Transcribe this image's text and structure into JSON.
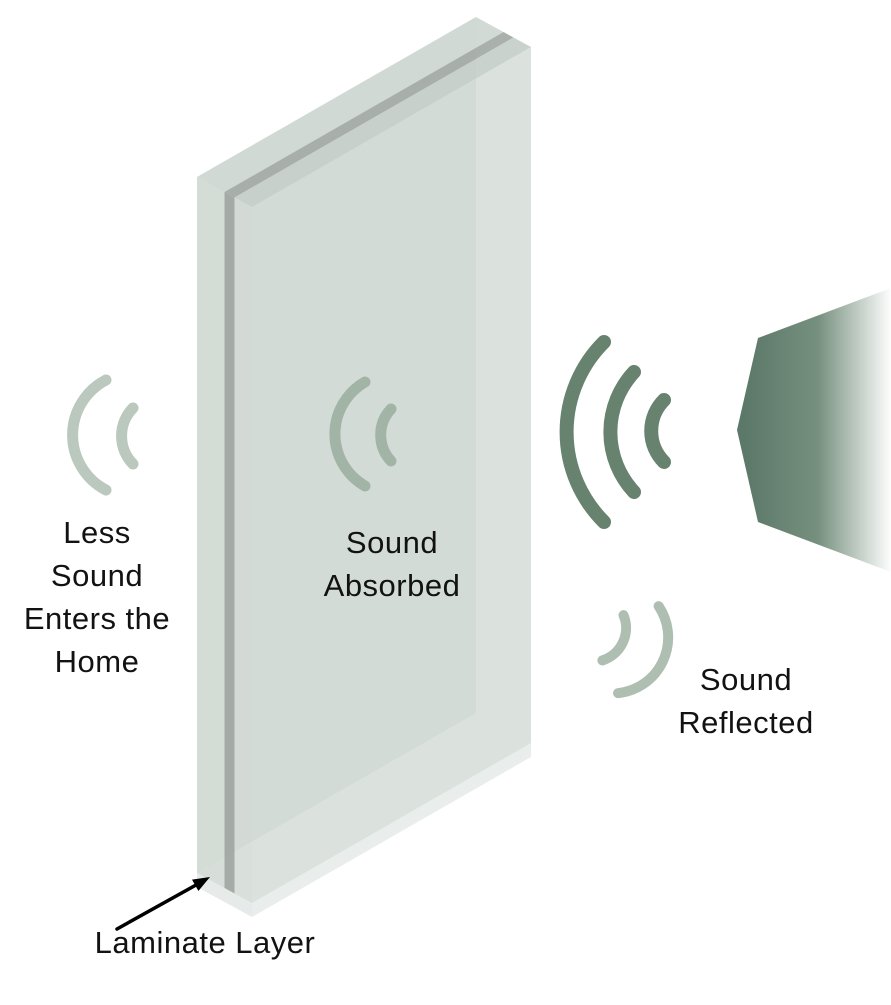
{
  "labels": {
    "less_sound": {
      "lines": [
        "Less",
        "Sound",
        "Enters the",
        "Home"
      ]
    },
    "absorbed": {
      "lines": [
        "Sound",
        "Absorbed"
      ]
    },
    "reflected": {
      "lines": [
        "Sound",
        "Reflected"
      ]
    },
    "laminate": "Laminate Layer"
  },
  "colors": {
    "background": "#ffffff",
    "text": "#121212",
    "arrow": "#000000",
    "wave_light": "#bac8bd",
    "wave_medium": "#a2b4a6",
    "wave_dark": "#67826f",
    "wave_reflected": "#aebfb2",
    "glass_face": "#b7c3bc",
    "glass_edge_light": "#cdd6d0",
    "glass_edge_mid": "#bfcac3",
    "laminate_edge": "#9ba39e",
    "speaker_dark": "#5c7868",
    "speaker_mid": "#76907f",
    "speaker_fade": "#fdfefd"
  }
}
